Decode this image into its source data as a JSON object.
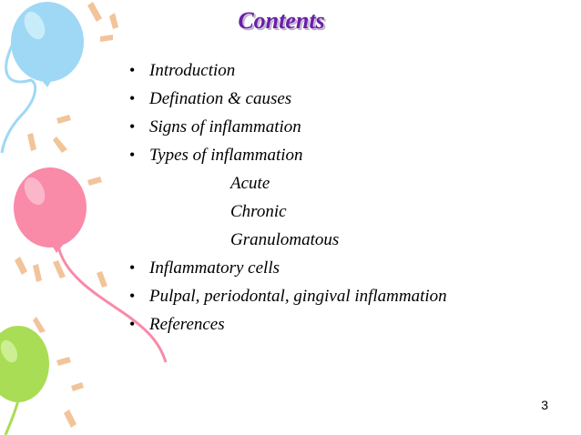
{
  "slide": {
    "title": "Contents",
    "page_number": "3"
  },
  "contents": {
    "items": [
      {
        "label": "Introduction",
        "level": 1
      },
      {
        "label": "Defination & causes",
        "level": 1
      },
      {
        "label": "Signs of inflammation",
        "level": 1
      },
      {
        "label": "Types of inflammation",
        "level": 1
      },
      {
        "label": "Acute",
        "level": 2
      },
      {
        "label": "Chronic",
        "level": 2
      },
      {
        "label": "Granulomatous",
        "level": 2
      },
      {
        "label": "Inflammatory cells",
        "level": 1
      },
      {
        "label": "Pulpal, periodontal, gingival inflammation",
        "level": 1
      },
      {
        "label": "References",
        "level": 1
      }
    ]
  },
  "decoration": {
    "balloons": [
      {
        "name": "blue-balloon",
        "color": "#9fd8f5"
      },
      {
        "name": "pink-balloon",
        "color": "#f98aa8"
      },
      {
        "name": "green-balloon",
        "color": "#a9dd55"
      }
    ],
    "accent_color": "#f2c49a"
  }
}
